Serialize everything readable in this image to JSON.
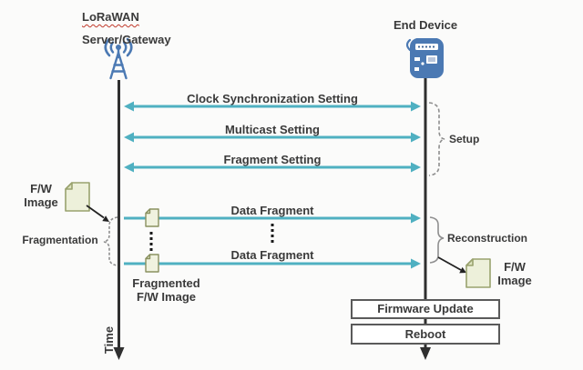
{
  "diagram": {
    "title_semantic": "LoRaWAN firmware-update-over-the-air sequence diagram",
    "colors": {
      "background": "#fbfbfa",
      "message_arrow_teal": "#4fb0c1",
      "icon_blue": "#4b79b3",
      "timeline_black": "#2f2f2f",
      "page_icon_fill": "#edf0da",
      "page_icon_border": "#99a26e",
      "brace_gray": "#8f8f8f",
      "spellcheck_red": "#c0392b"
    }
  },
  "actors": {
    "server": {
      "line1": "LoRaWAN",
      "line2": "Server/Gateway",
      "icon": "radio-tower-icon"
    },
    "device": {
      "label": "End Device",
      "icon": "handheld-device-icon"
    }
  },
  "messages": [
    {
      "label": "Clock Synchronization Setting",
      "direction": "both"
    },
    {
      "label": "Multicast Setting",
      "direction": "both"
    },
    {
      "label": "Fragment Setting",
      "direction": "both"
    },
    {
      "label": "Data Fragment",
      "direction": "to-device"
    },
    {
      "label": "Data Fragment",
      "direction": "to-device"
    }
  ],
  "annotations": {
    "setup": "Setup",
    "fragmentation": "Fragmentation",
    "reconstruction": "Reconstruction",
    "fw_image_left": {
      "line1": "F/W",
      "line2": "Image"
    },
    "fw_image_right": {
      "line1": "F/W",
      "line2": "Image"
    },
    "fragmented_fw": {
      "line1": "Fragmented",
      "line2": "F/W Image"
    },
    "time_axis": "Time"
  },
  "process_boxes": [
    {
      "label": "Firmware Update"
    },
    {
      "label": "Reboot"
    }
  ]
}
